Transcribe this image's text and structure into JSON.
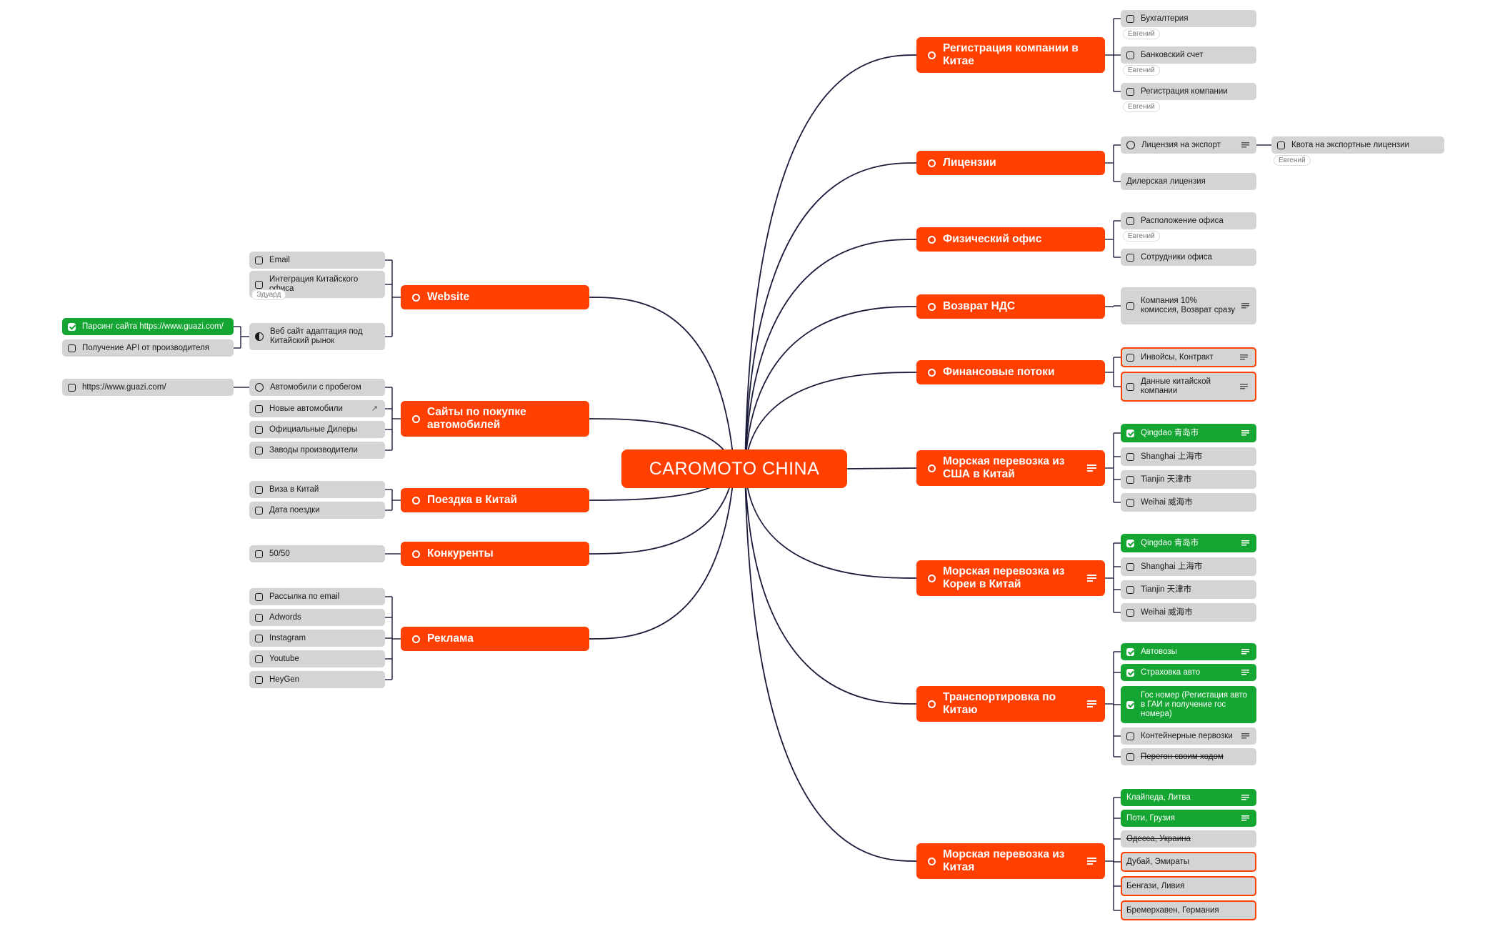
{
  "center": {
    "label": "CAROMOTO CHINA"
  },
  "branches": [
    {
      "id": "b1",
      "side": "right",
      "label": "Регистрация компании в Китае",
      "icon": "ring",
      "notes": false,
      "children": [
        {
          "label": "Бухгалтерия",
          "state": "unchecked",
          "assignee": "Евгений"
        },
        {
          "label": "Банковский счет",
          "state": "unchecked",
          "assignee": "Евгений"
        },
        {
          "label": "Регистрация компании",
          "state": "unchecked",
          "assignee": "Евгений"
        }
      ]
    },
    {
      "id": "b2",
      "side": "right",
      "label": "Лицензии",
      "icon": "ring",
      "notes": false,
      "children": [
        {
          "label": "Лицензия на экспорт",
          "state": "ring",
          "notes": true,
          "children": [
            {
              "label": "Квота на экспортные лицензии",
              "state": "unchecked",
              "assignee": "Евгений"
            }
          ]
        },
        {
          "label": "Дилерская лицензия",
          "state": "none"
        }
      ]
    },
    {
      "id": "b3",
      "side": "right",
      "label": "Физический офис",
      "icon": "ring",
      "notes": false,
      "children": [
        {
          "label": "Расположение офиса",
          "state": "unchecked",
          "assignee": "Евгений"
        },
        {
          "label": "Сотрудники офиса",
          "state": "unchecked"
        }
      ]
    },
    {
      "id": "b4",
      "side": "right",
      "label": "Возврат НДС",
      "icon": "ring",
      "notes": false,
      "children": [
        {
          "label": "Компания 10% комиссия, Возврат сразу",
          "state": "unchecked",
          "notes": true
        }
      ]
    },
    {
      "id": "b5",
      "side": "right",
      "label": "Финансовые потоки",
      "icon": "ring",
      "notes": false,
      "children": [
        {
          "label": "Инвойсы, Контракт",
          "state": "unchecked",
          "notes": true,
          "outlined": true
        },
        {
          "label": "Данные китайской компании",
          "state": "unchecked",
          "notes": true,
          "outlined": true
        }
      ]
    },
    {
      "id": "b6",
      "side": "right",
      "label": "Морская перевозка из США в Китай",
      "icon": "prog",
      "notes": true,
      "children": [
        {
          "label": "Qingdao 青岛市",
          "state": "checked",
          "notes": true
        },
        {
          "label": "Shanghai 上海市",
          "state": "unchecked"
        },
        {
          "label": "Tianjin 天津市",
          "state": "unchecked"
        },
        {
          "label": "Weihai 威海市",
          "state": "unchecked"
        }
      ]
    },
    {
      "id": "b7",
      "side": "right",
      "label": "Морская перевозка из Кореи в Китай",
      "icon": "prog",
      "notes": true,
      "children": [
        {
          "label": "Qingdao 青岛市",
          "state": "checked",
          "notes": true
        },
        {
          "label": "Shanghai 上海市",
          "state": "unchecked"
        },
        {
          "label": "Tianjin 天津市",
          "state": "unchecked"
        },
        {
          "label": "Weihai 威海市",
          "state": "unchecked"
        }
      ]
    },
    {
      "id": "b8",
      "side": "right",
      "label": "Транспортировка по Китаю",
      "icon": "prog",
      "notes": true,
      "children": [
        {
          "label": "Автовозы",
          "state": "checked",
          "notes": true
        },
        {
          "label": "Страховка авто",
          "state": "checked",
          "notes": true
        },
        {
          "label": "Гос номер (Регистация авто в ГАИ и получение гос номера)",
          "state": "checked"
        },
        {
          "label": "Контейнерные первозки",
          "state": "unchecked",
          "notes": true
        },
        {
          "label": "Перегон своим ходом",
          "state": "unchecked",
          "strike": true
        }
      ]
    },
    {
      "id": "b9",
      "side": "right",
      "label": "Морская перевозка из Китая",
      "icon": "ring",
      "notes": true,
      "children": [
        {
          "label": "Клайпеда, Литва",
          "state": "green",
          "notes": true
        },
        {
          "label": "Поти, Грузия",
          "state": "green",
          "notes": true
        },
        {
          "label": "Одесса, Украина",
          "state": "none",
          "strike": true
        },
        {
          "label": "Дубай, Эмираты",
          "state": "none",
          "outlined": true
        },
        {
          "label": "Бенгази, Ливия",
          "state": "none",
          "outlined": true
        },
        {
          "label": "Бремерхавен, Германия",
          "state": "none",
          "outlined": true
        }
      ]
    },
    {
      "id": "b10",
      "side": "left",
      "label": "Website",
      "icon": "prog",
      "notes": false,
      "children": [
        {
          "label": "Email",
          "state": "unchecked"
        },
        {
          "label": "Интеграция Китайского офиса",
          "state": "unchecked",
          "assignee": "Эдуард"
        },
        {
          "label": "Веб сайт адаптация под Китайский рынок",
          "state": "prog",
          "children": [
            {
              "label": "Парсинг сайта https://www.guazi.com/",
              "state": "checked"
            },
            {
              "label": "Получение API от производителя",
              "state": "unchecked"
            }
          ]
        }
      ]
    },
    {
      "id": "b11",
      "side": "left",
      "label": "Сайты по покупке автомобилей",
      "icon": "ring",
      "notes": false,
      "children": [
        {
          "label": "Автомобили с пробегом",
          "state": "ring",
          "children": [
            {
              "label": "https://www.guazi.com/",
              "state": "unchecked"
            }
          ]
        },
        {
          "label": "Новые автомобили",
          "state": "unchecked",
          "external": true
        },
        {
          "label": "Официальные Дилеры",
          "state": "unchecked"
        },
        {
          "label": "Заводы производители",
          "state": "unchecked"
        }
      ]
    },
    {
      "id": "b12",
      "side": "left",
      "label": "Поездка в Китай",
      "icon": "ring",
      "notes": false,
      "children": [
        {
          "label": "Виза в Китай",
          "state": "unchecked"
        },
        {
          "label": "Дата поездки",
          "state": "unchecked"
        }
      ]
    },
    {
      "id": "b13",
      "side": "left",
      "label": "Конкуренты",
      "icon": "ring",
      "notes": false,
      "children": [
        {
          "label": "50/50",
          "state": "unchecked"
        }
      ]
    },
    {
      "id": "b14",
      "side": "left",
      "label": "Реклама",
      "icon": "ring",
      "notes": false,
      "children": [
        {
          "label": "Рассылка по email",
          "state": "unchecked"
        },
        {
          "label": "Adwords",
          "state": "unchecked"
        },
        {
          "label": "Instagram",
          "state": "unchecked"
        },
        {
          "label": "Youtube",
          "state": "unchecked"
        },
        {
          "label": "HeyGen",
          "state": "unchecked"
        }
      ]
    }
  ],
  "colors": {
    "accent": "#ff4000",
    "done": "#14a532",
    "task_bg": "#d4d4d4",
    "line": "#1b1b3a"
  }
}
